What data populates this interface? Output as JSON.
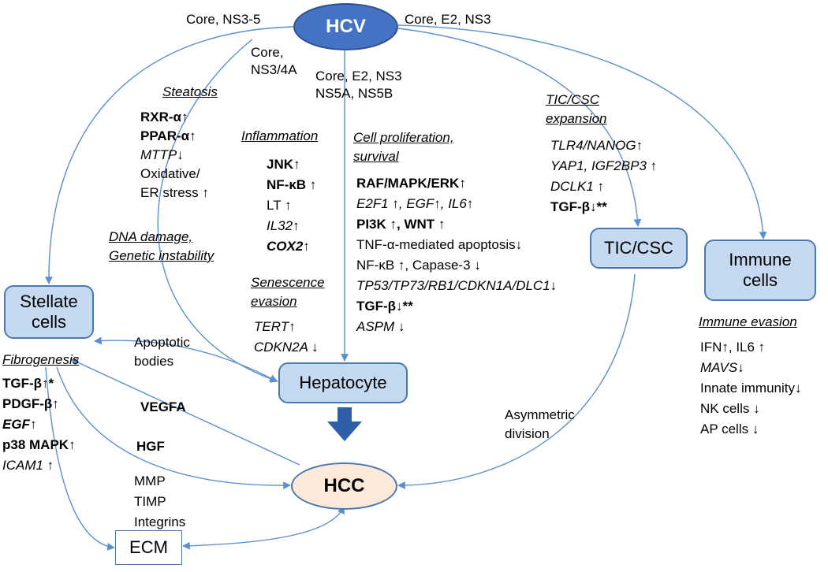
{
  "nodes": {
    "hcv": "HCV",
    "stellate": [
      "Stellate",
      "cells"
    ],
    "tic_csc": "TIC/CSC",
    "immune": [
      "Immune",
      "cells"
    ],
    "hepatocyte": "Hepatocyte",
    "hcc": "HCC",
    "ecm": "ECM"
  },
  "edge_labels": {
    "to_stellate": "Core, NS3-5",
    "to_hepatocyte_left": [
      "Core,",
      "NS3/4A"
    ],
    "to_hepatocyte": [
      "Core, E2, NS3",
      "NS5A, NS5B"
    ],
    "to_tic_immune": "Core, E2, NS3",
    "apoptotic": [
      "Apoptotic",
      "bodies"
    ],
    "vegfa": "VEGFA",
    "hgf": "HGF",
    "ecm_factors": [
      "MMP",
      "TIMP",
      "Integrins"
    ],
    "asymmetric": [
      "Asymmetric",
      "division"
    ]
  },
  "sections": {
    "steatosis": {
      "title": "Steatosis",
      "lines": [
        "RXR-α↑",
        "PPAR-α↑",
        "MTTP↓",
        "Oxidative/",
        "ER stress ↑"
      ]
    },
    "inflammation": {
      "title": "Inflammation",
      "lines": [
        "JNK↑",
        "NF-κB ↑",
        "LT ↑",
        "IL32↑",
        "COX2↑"
      ]
    },
    "proliferation": {
      "title": [
        "Cell proliferation,",
        "survival"
      ],
      "lines": [
        "RAF/MAPK/ERK↑",
        "E2F1 ↑, EGF↑, IL6↑",
        "PI3K ↑, WNT ↑",
        "TNF-α-mediated apoptosis↓",
        "NF-κB ↑, Capase-3 ↓",
        "TP53/TP73/RB1/CDKN1A/DLC1↓",
        "TGF-β↓**",
        "ASPM ↓"
      ]
    },
    "tic_expansion": {
      "title": [
        "TIC/CSC",
        "expansion"
      ],
      "lines": [
        "TLR4/NANOG↑",
        "YAP1, IGF2BP3 ↑",
        "DCLK1 ↑",
        "TGF-β↓**"
      ]
    },
    "dna_damage": {
      "title": [
        "DNA damage,",
        "Genetic instability"
      ]
    },
    "senescence": {
      "title": [
        "Senescence",
        "evasion"
      ],
      "lines": [
        "TERT↑",
        "CDKN2A ↓"
      ]
    },
    "fibrogenesis": {
      "title": "Fibrogenesis",
      "lines": [
        "TGF-β↑*",
        "PDGF-β↑",
        "EGF↑",
        "p38 MAPK↑",
        "ICAM1 ↑"
      ]
    },
    "immune_evasion": {
      "title": "Immune evasion",
      "lines": [
        "IFN↑, IL6 ↑",
        "MAVS↓",
        "Innate immunity↓",
        "NK cells ↓",
        "AP cells ↓"
      ]
    }
  },
  "colors": {
    "edge": "#5b8fd0",
    "hcv_fill": "#4472c4",
    "box_fill": "#c5d9f1",
    "box_border": "#4a78b0",
    "hcc_fill": "#fde9d9",
    "big_arrow": "#2e5fa8"
  }
}
